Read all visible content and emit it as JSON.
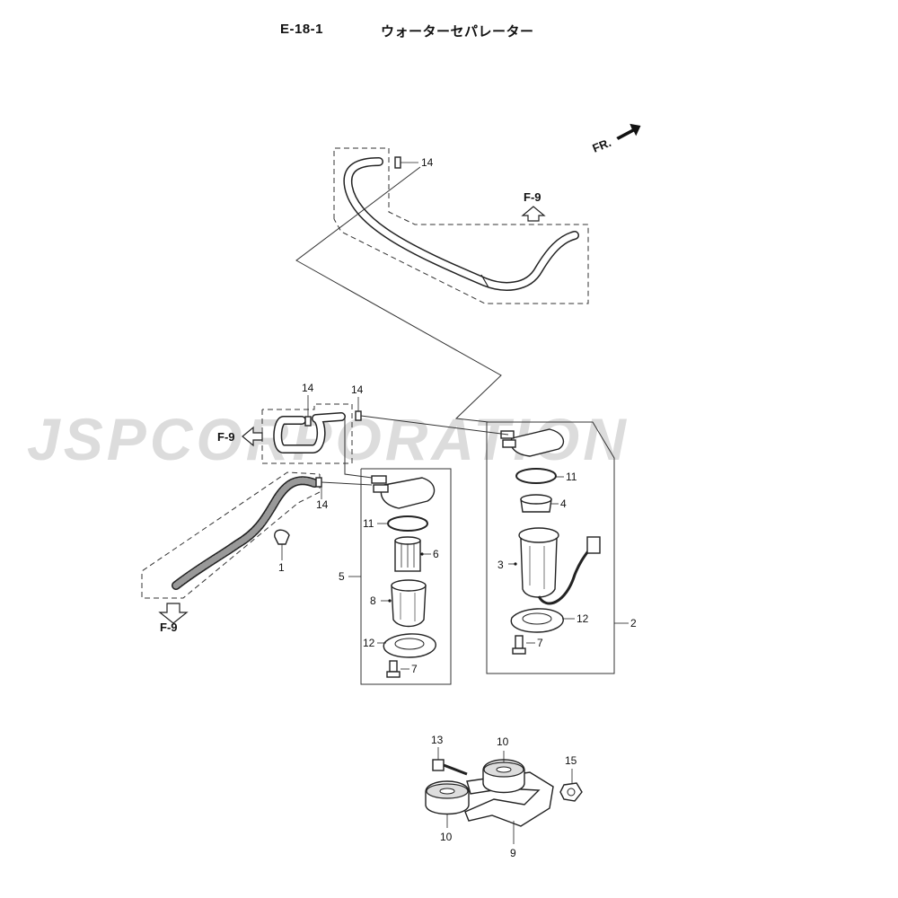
{
  "header": {
    "code": "E-18-1",
    "title": "ウォーターセパレーター"
  },
  "watermark": "JSPCORPORATION",
  "direction": {
    "fr": "FR."
  },
  "refs": {
    "f9_top": "F-9",
    "f9_left": "F-9",
    "f9_bottom": "F-9"
  },
  "labels": {
    "p14_top": "14",
    "p14_mid_a": "14",
    "p14_mid_b": "14",
    "p14_low": "14",
    "p11_right": "11",
    "p4": "4",
    "p3": "3",
    "p12_right": "12",
    "p7_right": "7",
    "p2": "2",
    "p11_mid": "11",
    "p6": "6",
    "p5": "5",
    "p8": "8",
    "p12_mid": "12",
    "p7_mid": "7",
    "p1": "1",
    "p13": "13",
    "p10_top": "10",
    "p15": "15",
    "p10_bottom": "10",
    "p9": "9"
  }
}
